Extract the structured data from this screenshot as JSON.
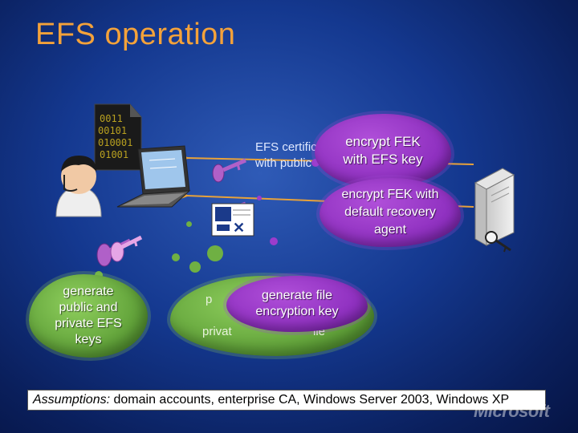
{
  "slide": {
    "title": "EFS operation"
  },
  "clouds": {
    "generate_keys": "generate public and private EFS keys",
    "generate_fek": "generate file encryption key",
    "encrypt_fek_efs": "encrypt FEK with EFS key",
    "encrypt_fek_recovery": "encrypt FEK with default recovery agent"
  },
  "partial_text": {
    "certificate_line1": "EFS certific",
    "certificate_line2": "with public",
    "hidden_line1": "p",
    "hidden_line2": "privat",
    "hidden_line3": "ile"
  },
  "file_glyph": {
    "line1": "0011",
    "line2": "00101",
    "line3": "010001",
    "line4": "01001"
  },
  "footer": {
    "assumptions_label": "Assumptions:",
    "assumptions_text": " domain accounts, enterprise CA, Windows Server 2003, Windows XP",
    "logo": "Microsoft"
  },
  "colors": {
    "title": "#f4a23a",
    "cloud_green": "#6fb043",
    "cloud_purple": "#9b3ccc",
    "arrow": "#e8a23a"
  }
}
